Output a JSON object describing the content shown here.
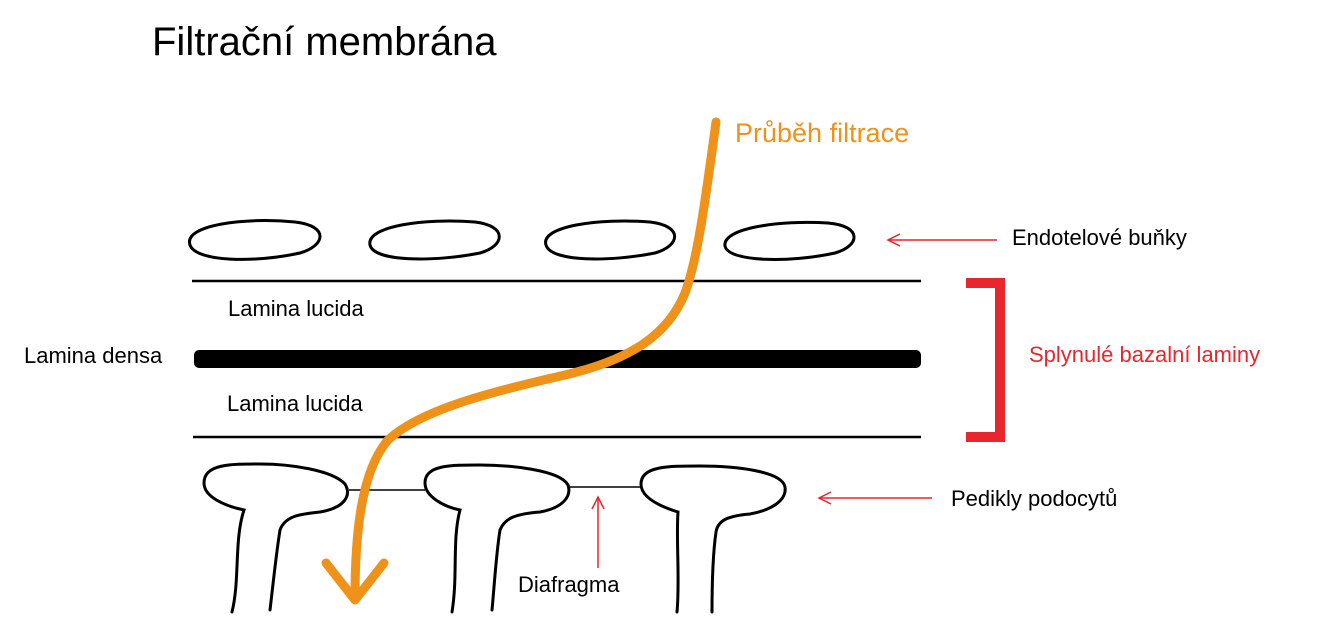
{
  "diagram": {
    "title": "Filtrační membrána",
    "labels": {
      "filtration_path": "Průběh filtrace",
      "endothelial_cells": "Endotelové buňky",
      "fused_basal_laminae": "Splynulé bazalní laminy",
      "lamina_lucida_upper": "Lamina lucida",
      "lamina_densa": "Lamina densa",
      "lamina_lucida_lower": "Lamina lucida",
      "podocyte_pedicles": "Pedikly podocytů",
      "diaphragm": "Diafragma"
    },
    "colors": {
      "filtration_arrow": "#ee9219",
      "accent_red": "#e8262e",
      "line": "#000000"
    }
  }
}
